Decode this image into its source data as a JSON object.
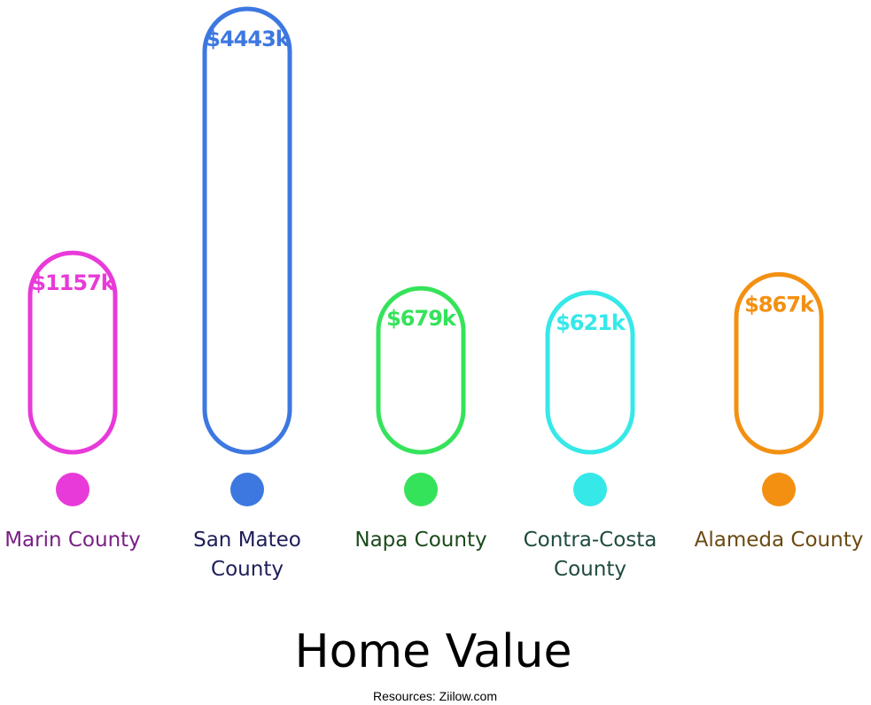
{
  "chart_data": {
    "type": "bar",
    "title": "Home Value",
    "source": "Resources: Ziilow.com",
    "value_prefix": "$",
    "value_suffix": "k",
    "ylim": [
      0,
      4443
    ],
    "grid": false,
    "categories": [
      {
        "label_lines": [
          "Marin County"
        ],
        "value": 1157,
        "color": "#e83ad9",
        "label_color": "#7a1f86"
      },
      {
        "label_lines": [
          "San Mateo",
          "County"
        ],
        "value": 4443,
        "color": "#3d78e0",
        "label_color": "#1e1e5a"
      },
      {
        "label_lines": [
          "Napa County"
        ],
        "value": 679,
        "color": "#35e35a",
        "label_color": "#1b4a1b"
      },
      {
        "label_lines": [
          "Contra-Costa",
          "County"
        ],
        "value": 621,
        "color": "#36e8e8",
        "label_color": "#1f4a3f"
      },
      {
        "label_lines": [
          "Alameda County"
        ],
        "value": 867,
        "color": "#f39012",
        "label_color": "#6b4a12"
      }
    ]
  }
}
